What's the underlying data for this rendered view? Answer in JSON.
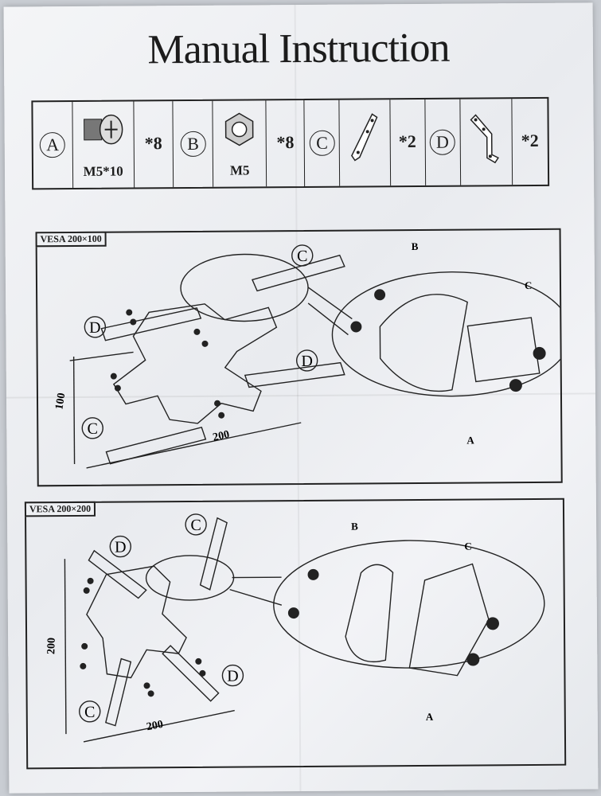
{
  "title": "Manual Instruction",
  "parts": [
    {
      "letter": "A",
      "label": "M5*10",
      "qty": "*8",
      "icon": "screw-icon"
    },
    {
      "letter": "B",
      "label": "M5",
      "qty": "*8",
      "icon": "nut-icon"
    },
    {
      "letter": "C",
      "label": "",
      "qty": "*2",
      "icon": "straight-bracket-icon"
    },
    {
      "letter": "D",
      "label": "",
      "qty": "*2",
      "icon": "angled-bracket-icon"
    }
  ],
  "panel1": {
    "tag": "VESA 200×100",
    "dim_height": "100",
    "dim_width": "200",
    "callouts": {
      "c_top": "C",
      "d_left": "D",
      "d_right": "D",
      "c_bottom": "C",
      "b": "B",
      "c_detail": "C",
      "a": "A"
    }
  },
  "panel2": {
    "tag": "VESA 200×200",
    "dim_height": "200",
    "dim_width": "200",
    "callouts": {
      "c_top": "C",
      "d_top": "D",
      "c_bottom": "C",
      "d_bottom": "D",
      "b": "B",
      "c_detail": "C",
      "a": "A"
    }
  }
}
